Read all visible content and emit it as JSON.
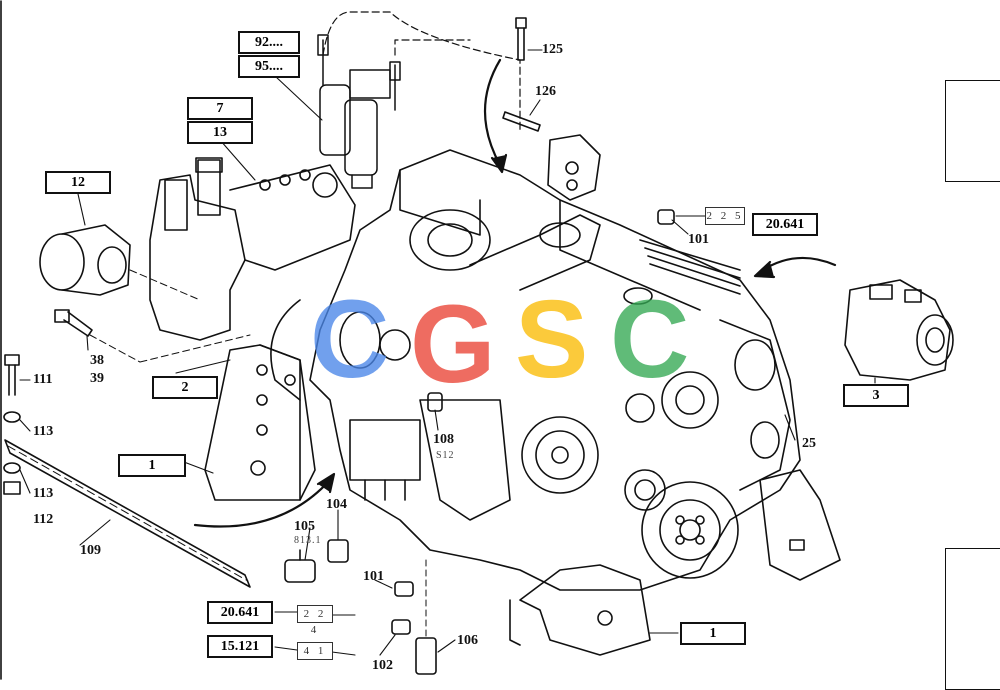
{
  "boxes": {
    "b92": "92....",
    "b95": "95....",
    "b7": "7",
    "b13": "13",
    "b12": "12",
    "b2": "2",
    "b1a": "1",
    "b1b": "1",
    "b3": "3",
    "b20641a": "20.641",
    "b20641b": "20.641",
    "b15121": "15.121"
  },
  "small_boxes": {
    "s225": "2 2 5",
    "s224": "2 2 4",
    "s41": "4 1"
  },
  "labels": {
    "l125": "125",
    "l126": "126",
    "l101a": "101",
    "l101b": "101",
    "l25": "25",
    "l38": "38",
    "l39": "39",
    "l111": "111",
    "l113a": "113",
    "l113b": "113",
    "l112": "112",
    "l109": "109",
    "l108": "108",
    "l105": "105",
    "l104": "104",
    "l102": "102",
    "l106": "106"
  },
  "small_text": {
    "s512": "S12",
    "s813": "813.1"
  },
  "watermark": {
    "letters": [
      "C",
      "G",
      "S",
      "C"
    ],
    "colors": [
      "#4a86e8",
      "#ea4335",
      "#fbbc05",
      "#34a853"
    ]
  }
}
